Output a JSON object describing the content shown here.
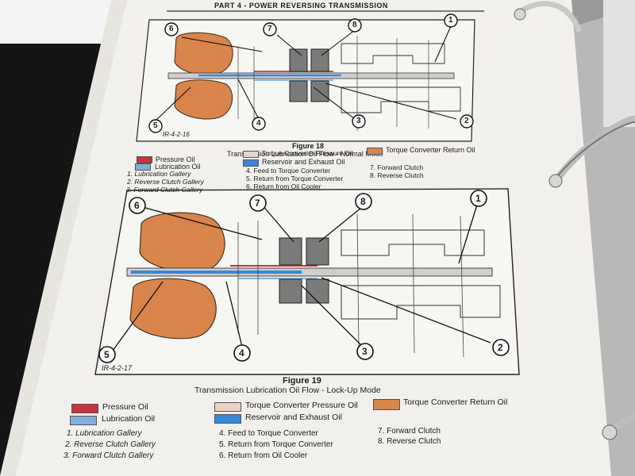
{
  "header": "PART 4 - POWER REVERSING TRANSMISSION",
  "figure18": {
    "ref_code": "IR-4-2-16",
    "caption_title": "Figure 18",
    "caption_subtitle": "Transmission Lubrication Oil Flow - Normal Mode",
    "callouts": [
      "1",
      "2",
      "3",
      "4",
      "5",
      "6",
      "7",
      "8"
    ],
    "legend": {
      "pressure_oil": "Pressure Oil",
      "lubrication_oil": "Lubrication Oil",
      "tc_pressure_oil": "Torque Converter Pressure Oil",
      "reservoir_oil": "Reservoir and Exhaust Oil",
      "tc_return_oil": "Torque Converter Return Oil"
    },
    "parts": [
      "1.  Lubrication Gallery",
      "2.  Reverse Clutch Gallery",
      "3.  Forward Clutch Gallery",
      "4.  Feed to Torque Converter",
      "5.  Return from Torque Converter",
      "6.  Return from Oil Cooler",
      "7.  Forward Clutch",
      "8.  Reverse Clutch"
    ]
  },
  "figure19": {
    "ref_code": "IR-4-2-17",
    "caption_title": "Figure 19",
    "caption_subtitle": "Transmission Lubrication Oil Flow - Lock-Up Mode",
    "callouts": [
      "1",
      "2",
      "3",
      "4",
      "5",
      "6",
      "7",
      "8"
    ],
    "legend": {
      "pressure_oil": "Pressure Oil",
      "lubrication_oil": "Lubrication Oil",
      "tc_pressure_oil": "Torque Converter Pressure Oil",
      "reservoir_oil": "Reservoir and Exhaust Oil",
      "tc_return_oil": "Torque Converter Return Oil"
    },
    "parts": [
      "1.  Lubrication Gallery",
      "2.  Reverse Clutch Gallery",
      "3.  Forward Clutch Gallery",
      "4.  Feed to Torque Converter",
      "5.  Return from Torque Converter",
      "6.  Return from Oil Cooler",
      "7.  Forward Clutch",
      "8.  Reverse Clutch"
    ]
  },
  "colors": {
    "pressure_oil": "#c8333d",
    "lubrication_oil": "#7fb0dc",
    "tc_pressure_oil": "#e9d5c7",
    "reservoir_oil": "#3a86d8",
    "tc_return_oil": "#d9844a",
    "paper": "#f1f0ec",
    "ink": "#1c1c1c"
  }
}
